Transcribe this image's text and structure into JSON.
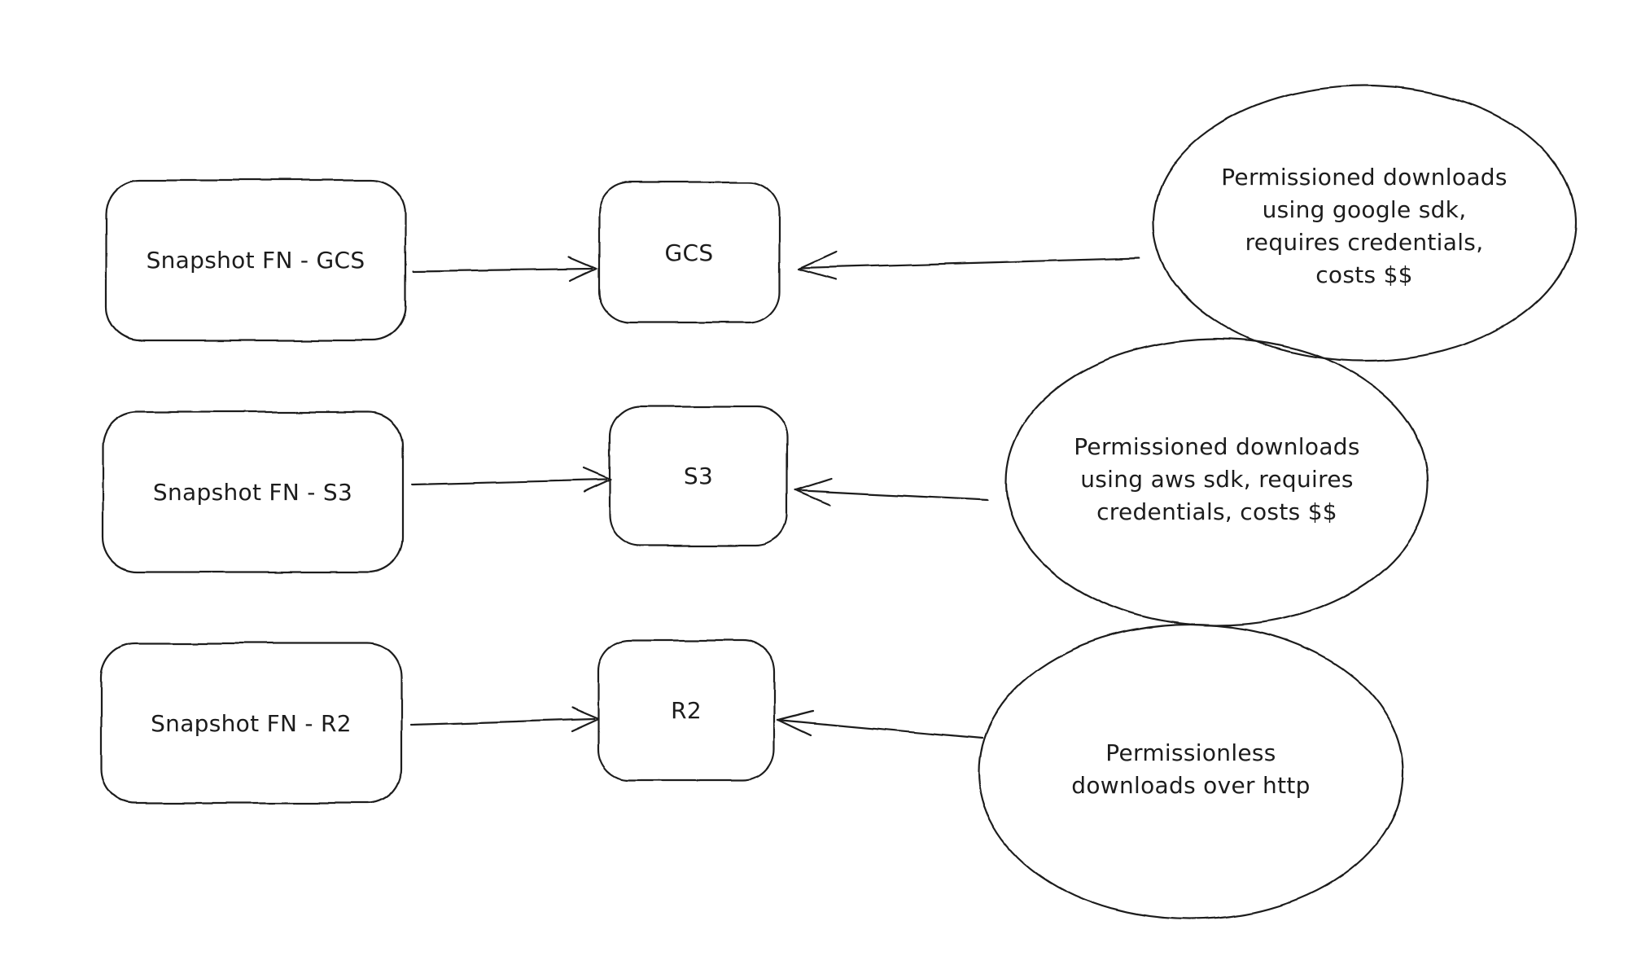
{
  "diagram": {
    "colors": {
      "background": "#ffffff",
      "stroke": "#1c1c1c",
      "text": "#1c1c1c"
    },
    "rows": [
      {
        "source": {
          "label": "Snapshot FN - GCS"
        },
        "target": {
          "label": "GCS"
        },
        "note": {
          "lines": [
            "Permissioned downloads",
            "using google sdk,",
            "requires credentials,",
            "costs $$"
          ]
        }
      },
      {
        "source": {
          "label": "Snapshot FN - S3"
        },
        "target": {
          "label": "S3"
        },
        "note": {
          "lines": [
            "Permissioned downloads",
            "using aws sdk, requires",
            "credentials, costs $$"
          ]
        }
      },
      {
        "source": {
          "label": "Snapshot FN - R2"
        },
        "target": {
          "label": "R2"
        },
        "note": {
          "lines": [
            "Permissionless",
            "downloads over http"
          ]
        }
      }
    ]
  }
}
